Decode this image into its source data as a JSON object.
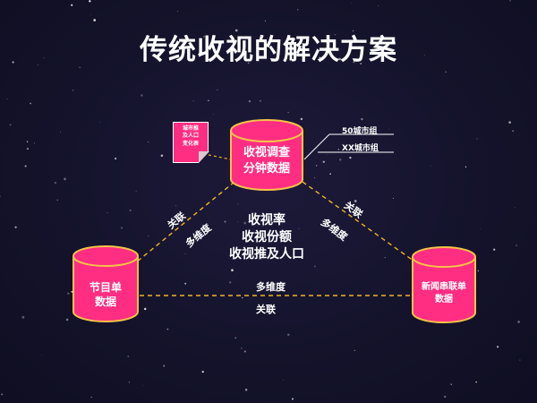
{
  "title": "传统收视的解决方案",
  "colors": {
    "background": "#14132b",
    "cylinder": "#ff2e82",
    "outline": "#f5c24a",
    "line": "#f0b429",
    "text": "#ffffff"
  },
  "nodes": {
    "top": {
      "label": "收视调查\n分钟数据"
    },
    "left": {
      "label": "节目单\n数据"
    },
    "right": {
      "label": "新闻串联单\n数据"
    }
  },
  "note": {
    "text": "城市推\n及人口\n变化表"
  },
  "city_tags": [
    "50城市组",
    "XX城市组"
  ],
  "center_metrics": [
    "收视率",
    "收视份额",
    "收视推及人口"
  ],
  "links": {
    "left_edge": [
      "关联",
      "多维度"
    ],
    "right_edge": [
      "关联",
      "多维度"
    ],
    "bottom_edge": [
      "多维度",
      "关联"
    ]
  }
}
